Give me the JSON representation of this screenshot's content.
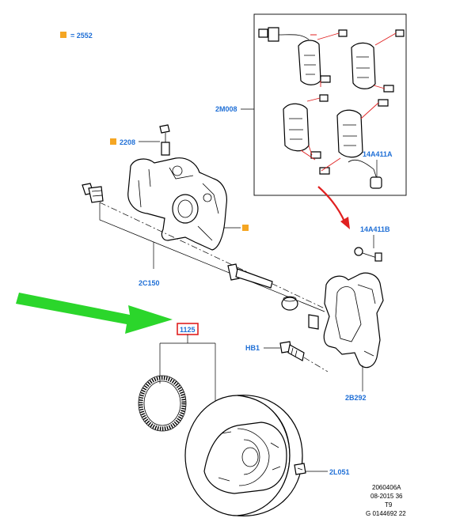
{
  "colors": {
    "label": "#1f6fd6",
    "marker": "#f5a623",
    "green_arrow": "#2bd62b",
    "red_arrow": "#e02020",
    "highlight_box": "#e02020",
    "wire": "#e02020"
  },
  "legend": {
    "marker_text": "= 2552"
  },
  "callouts": {
    "c2208": "2208",
    "c2M008": "2M008",
    "c14A411A": "14A411A",
    "c14A411B": "14A411B",
    "c2C150": "2C150",
    "c1125": "1125",
    "cHB1": "HB1",
    "c2B292": "2B292",
    "c2L051": "2L051"
  },
  "footer": {
    "line1": "2060406A",
    "line2": "08-2015 36",
    "line3": "T9",
    "line4": "G 0144692 22"
  },
  "icons": [
    "orange-square-marker-icon",
    "green-arrow-icon",
    "red-curved-arrow-icon"
  ]
}
